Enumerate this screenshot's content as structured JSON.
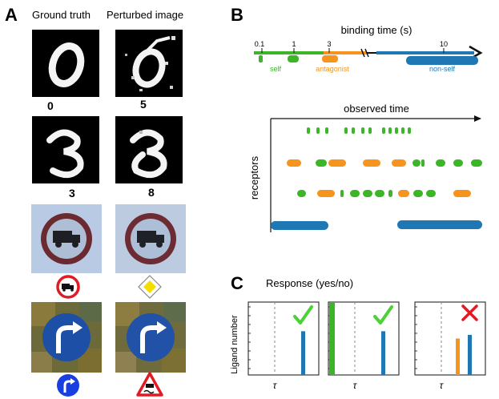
{
  "panel_a": {
    "letter": "A",
    "header_left": "Ground truth",
    "header_right": "Perturbed image",
    "rows": [
      {
        "left_label": "0",
        "right_label": "5"
      },
      {
        "left_label": "3",
        "right_label": "8"
      }
    ]
  },
  "panel_b": {
    "letter": "B",
    "axis_title": "binding time (s)",
    "ticks": [
      "0.1",
      "1",
      "3",
      "10"
    ],
    "legend": {
      "self": "self",
      "antagonist": "antagonist",
      "nonself": "non-self"
    },
    "observed_time": "observed time",
    "receptors": "receptors",
    "colors": {
      "self": "#3cb628",
      "antagonist": "#f7941d",
      "nonself": "#1f77b4"
    }
  },
  "panel_c": {
    "letter": "C",
    "title": "Response (yes/no)",
    "ylabel": "Ligand number",
    "tau": "τ",
    "check_color": "#4cd137",
    "cross_color": "#e01b24"
  },
  "chart_data": [
    {
      "type": "bar",
      "panel": "C1",
      "series": [
        {
          "color": "#1f77b4",
          "values": [
            0.6
          ]
        }
      ],
      "result": "yes"
    },
    {
      "type": "bar",
      "panel": "C2",
      "series": [
        {
          "color": "#3cb628",
          "values": [
            1.0
          ]
        },
        {
          "color": "#1f77b4",
          "values": [
            0.6
          ]
        }
      ],
      "result": "yes"
    },
    {
      "type": "bar",
      "panel": "C3",
      "series": [
        {
          "color": "#f7941d",
          "values": [
            0.5
          ]
        },
        {
          "color": "#1f77b4",
          "values": [
            0.55
          ]
        }
      ],
      "result": "no"
    }
  ]
}
